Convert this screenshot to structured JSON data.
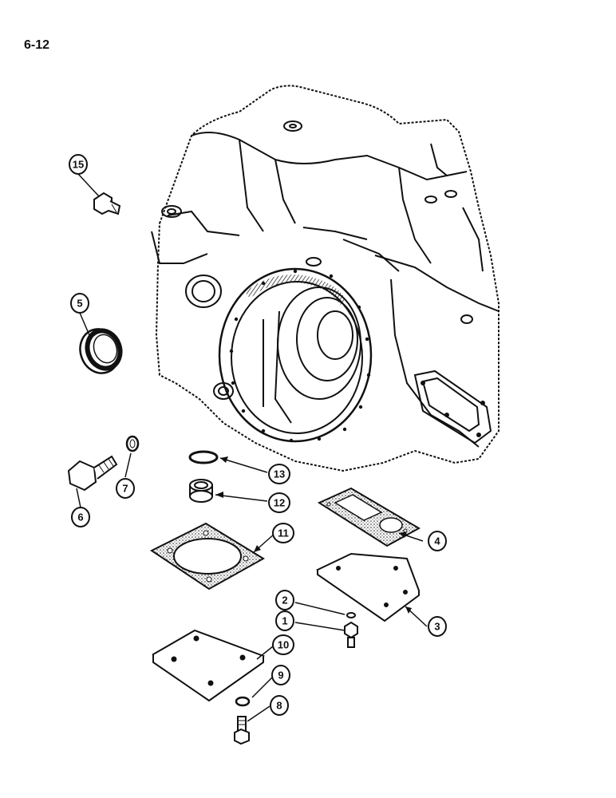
{
  "page": {
    "number": "6-12"
  },
  "callouts": [
    {
      "id": "c15",
      "label": "15"
    },
    {
      "id": "c5",
      "label": "5"
    },
    {
      "id": "c6",
      "label": "6"
    },
    {
      "id": "c7",
      "label": "7"
    },
    {
      "id": "c13",
      "label": "13"
    },
    {
      "id": "c12",
      "label": "12"
    },
    {
      "id": "c11",
      "label": "11"
    },
    {
      "id": "c4",
      "label": "4"
    },
    {
      "id": "c3",
      "label": "3"
    },
    {
      "id": "c2",
      "label": "2"
    },
    {
      "id": "c1",
      "label": "1"
    },
    {
      "id": "c10",
      "label": "10"
    },
    {
      "id": "c9",
      "label": "9"
    },
    {
      "id": "c8",
      "label": "8"
    }
  ]
}
